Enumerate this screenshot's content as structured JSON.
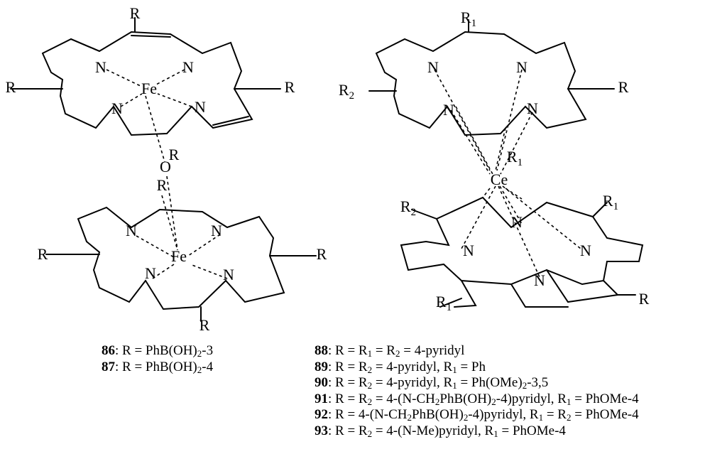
{
  "labels": {
    "r": "R",
    "r1": "R",
    "r1_sub": "1",
    "r2": "R",
    "r2_sub": "2",
    "n": "N",
    "o": "O",
    "fe": "Fe",
    "ce": "Ce"
  },
  "left_captions": [
    {
      "num": "86",
      "pre": ": R = PhB(OH)",
      "sub": "2",
      "post": "-3"
    },
    {
      "num": "87",
      "pre": ": R = PhB(OH)",
      "sub": "2",
      "post": "-4"
    }
  ],
  "right_captions": [
    {
      "num": "88",
      "parts": [
        ": R = R",
        "1",
        " = R",
        "2",
        " = 4-pyridyl"
      ]
    },
    {
      "num": "89",
      "parts": [
        ": R = R",
        "2",
        " =  4-pyridyl, R",
        "1",
        " = Ph"
      ]
    },
    {
      "num": "90",
      "parts": [
        ": R = R",
        "2",
        " =  4-pyridyl, R",
        "1",
        " = Ph(OMe)",
        "2",
        "-3,5"
      ]
    },
    {
      "num": "91",
      "parts": [
        ": R = R",
        "2",
        " =  4-(N-CH",
        "2",
        "PhB(OH)",
        "2",
        "-4)pyridyl, R",
        "1",
        " = PhOMe-4"
      ]
    },
    {
      "num": "92",
      "parts": [
        ": R =  4-(N-CH",
        "2",
        "PhB(OH)",
        "2",
        "-4)pyridyl, R",
        "1",
        " = R",
        "2",
        " = PhOMe-4"
      ]
    },
    {
      "num": "93",
      "parts": [
        ": R =  R",
        "2",
        " = 4-(N-Me)pyridyl, R",
        "1",
        " = PhOMe-4"
      ]
    }
  ]
}
